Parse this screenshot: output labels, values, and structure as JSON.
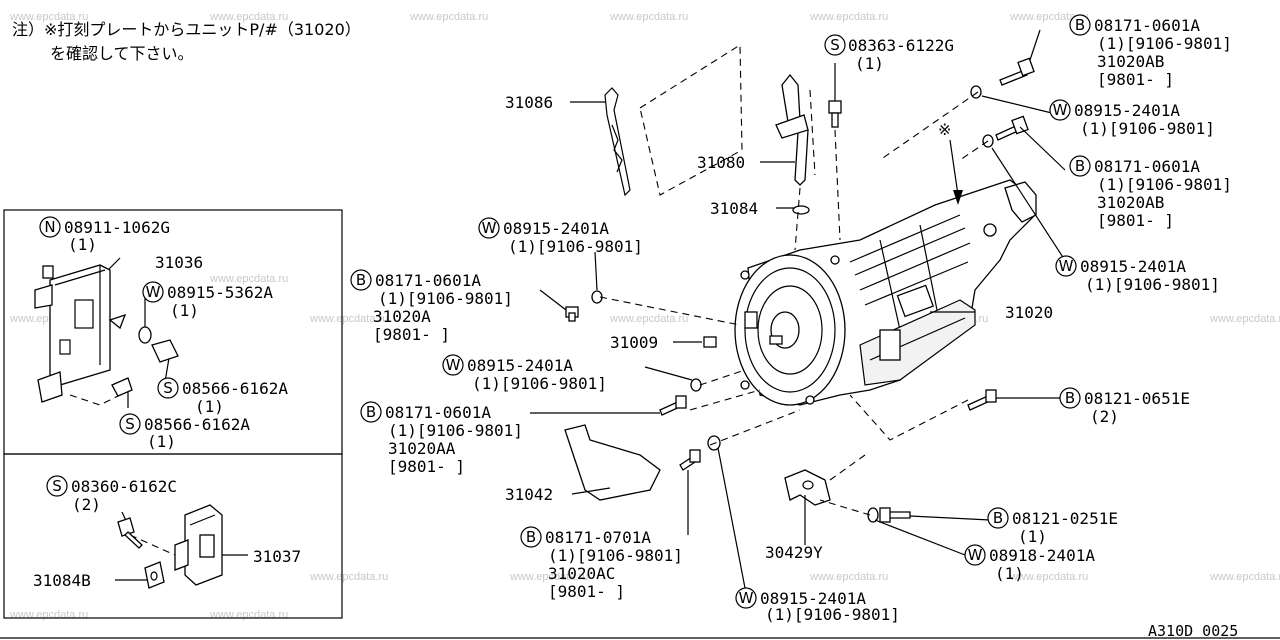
{
  "note": {
    "line1": "注）※打刻プレートからユニットP/#（31020）",
    "line2": "を確認して下さい。"
  },
  "footer_code": "A310D 0025",
  "watermark": "www.epcdata.ru",
  "labels": {
    "p31086": "31086",
    "p31080": "31080",
    "p31084": "31084",
    "p31009": "31009",
    "p31020": "31020",
    "p31042": "31042",
    "p30429Y": "30429Y",
    "p31036": "31036",
    "p31037": "31037",
    "p31084B": "31084B",
    "asterisk": "※"
  },
  "callouts": {
    "s08363": {
      "prefix": "S",
      "code": "08363-6122G",
      "lines": [
        "(1)"
      ]
    },
    "b08171_top": {
      "prefix": "B",
      "code": "08171-0601A",
      "lines": [
        "(1)[9106-9801]",
        "31020AB",
        "[9801-    ]"
      ]
    },
    "w08915_top": {
      "prefix": "W",
      "code": "08915-2401A",
      "lines": [
        "(1)[9106-9801]"
      ]
    },
    "b08171_mid": {
      "prefix": "B",
      "code": "08171-0601A",
      "lines": [
        "(1)[9106-9801]",
        "31020AB",
        "[9801-    ]"
      ]
    },
    "w08915_right": {
      "prefix": "W",
      "code": "08915-2401A",
      "lines": [
        "(1)[9106-9801]"
      ]
    },
    "w08915_center": {
      "prefix": "W",
      "code": "08915-2401A",
      "lines": [
        "(1)[9106-9801]"
      ]
    },
    "b08171_left": {
      "prefix": "B",
      "code": "08171-0601A",
      "lines": [
        "(1)[9106-9801]",
        "31020A",
        "[9801-    ]"
      ]
    },
    "w08915_lower": {
      "prefix": "W",
      "code": "08915-2401A",
      "lines": [
        "(1)[9106-9801]"
      ]
    },
    "b08171_lower": {
      "prefix": "B",
      "code": "08171-0601A",
      "lines": [
        "(1)[9106-9801]",
        "31020AA",
        "[9801-    ]"
      ]
    },
    "b08121_0651": {
      "prefix": "B",
      "code": "08121-0651E",
      "lines": [
        "(2)"
      ]
    },
    "b08171_0701": {
      "prefix": "B",
      "code": "08171-0701A",
      "lines": [
        "(1)[9106-9801]",
        "31020AC",
        "[9801-    ]"
      ]
    },
    "b08121_0251": {
      "prefix": "B",
      "code": "08121-0251E",
      "lines": [
        "(1)"
      ]
    },
    "w08918": {
      "prefix": "W",
      "code": "08918-2401A",
      "lines": [
        "(1)"
      ]
    },
    "w08915_bottom": {
      "prefix": "W",
      "code": "08915-2401A",
      "lines": [
        "(1)[9106-9801]"
      ]
    },
    "n08911": {
      "prefix": "N",
      "code": "08911-1062G",
      "lines": [
        "(1)"
      ]
    },
    "w08915_5362": {
      "prefix": "W",
      "code": "08915-5362A",
      "lines": [
        "(1)"
      ]
    },
    "s08566_a": {
      "prefix": "S",
      "code": "08566-6162A",
      "lines": [
        "(1)"
      ]
    },
    "s08566_b": {
      "prefix": "S",
      "code": "08566-6162A",
      "lines": [
        "(1)"
      ]
    },
    "s08360": {
      "prefix": "S",
      "code": "08360-6162C",
      "lines": [
        "(2)"
      ]
    }
  }
}
